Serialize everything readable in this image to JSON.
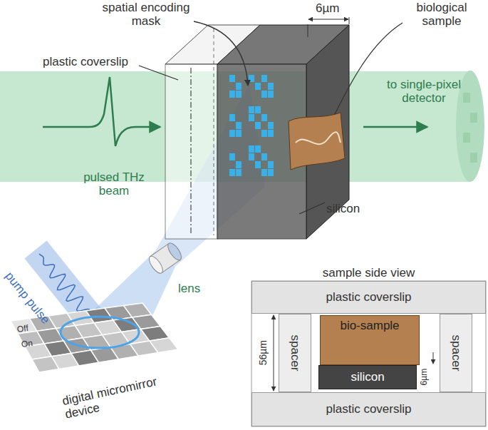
{
  "diagram": {
    "nodes": [
      {
        "text": [
          "sample side view"
        ]
      },
      {
        "text": [
          "plastic coverslip"
        ],
        "in": 0
      },
      {
        "text": [
          "spacer"
        ],
        "in": 0
      },
      {
        "text": [
          "bio-sample"
        ],
        "in": 0
      },
      {
        "text": [
          "spacer"
        ],
        "in": 0
      },
      {
        "text": [
          "silicon"
        ],
        "in": 0
      },
      {
        "text": [
          "plastic coverslip"
        ],
        "in": 0
      }
    ],
    "labels": [
      "spatial encoding mask",
      "plastic coverslip",
      "6µm",
      "biological sample",
      "to single-pixel detector",
      "pulsed THz beam",
      "silicon",
      "pump pulse",
      "lens",
      "Off",
      "On",
      "digital micromirror device",
      "56µm",
      "6µm"
    ]
  }
}
